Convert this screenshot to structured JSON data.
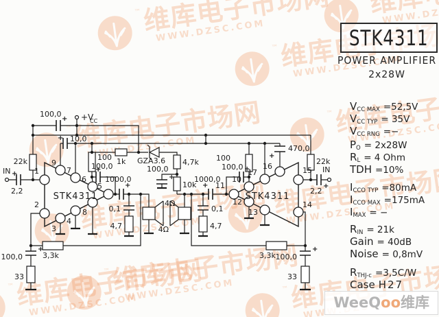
{
  "watermark": {
    "text": "维库电子市场网",
    "tm": "™",
    "url": "WWW.DZSC.COM",
    "color": "#f0965f",
    "tiles": [
      [
        140,
        -2
      ],
      [
        470,
        -28
      ],
      [
        340,
        50
      ],
      [
        40,
        168
      ],
      [
        420,
        146
      ],
      [
        48,
        286
      ],
      [
        330,
        264
      ],
      [
        -45,
        398
      ],
      [
        95,
        376
      ],
      [
        355,
        402
      ]
    ]
  },
  "title": {
    "part_number": "STK4311",
    "line1": "POWER AMPLIFIER",
    "line2": "2x28W"
  },
  "specs": {
    "lines": [
      {
        "m": "V",
        "s": "CC MAX",
        "v": "=52,5V"
      },
      {
        "m": "V",
        "s": "CC TYP",
        "v": "= 35V"
      },
      {
        "m": "V",
        "s": "CC RNG",
        "v": "=−"
      },
      {
        "m": "P",
        "s": "O",
        "v": "= 2x28W"
      },
      {
        "m": "R",
        "s": "L",
        "v": "= 4 Ohm"
      },
      {
        "m": "TDH",
        "s": "",
        "v": "=10%"
      },
      {
        "m": "I",
        "s": "CCO TYP",
        "v": "=80mA"
      },
      {
        "m": "I",
        "s": "CCO MAX",
        "v": "=175mA"
      },
      {
        "m": "I",
        "s": "MAX",
        "v": "=   −"
      },
      {
        "m": "R",
        "s": "IN",
        "v": "= 21k"
      },
      {
        "m": "Gain",
        "s": "",
        "v": "= 40dB"
      },
      {
        "m": "Noise",
        "s": "",
        "v": "= 0,8mV"
      },
      {
        "m": "R",
        "s": "THJ-c",
        "v": "=3,5C/W"
      },
      {
        "m": "Case",
        "s": "",
        "v": "H27"
      }
    ]
  },
  "schematic": {
    "labels": {
      "amp_left": "STK4311",
      "amp_right": "STK4311",
      "in_left": "IN",
      "in_right": "IN",
      "cap_in_left": "2,2",
      "cap_in_right": "2,2",
      "r22k_left": "22k",
      "r22k_right": "22k",
      "cap100_top": "100,0",
      "vcc_main": "+V",
      "vcc_sub": "CC",
      "cap10": "10,0",
      "r100_left": "100",
      "r100_right": "100",
      "r1k": "1k",
      "zener": "GZA3.6",
      "r4k7": "4,7k",
      "r10k": "10k",
      "cap100_p6": "100,0",
      "cap100_p10": "100,0",
      "cap100_mid": "100,0",
      "cap470": "470,0",
      "cap1000_left": "1000,0",
      "cap1000_right": "1000,0",
      "cap01_left": "0,1",
      "cap01_right": "0,1",
      "r47_left": "4,7",
      "r47_right": "4,7",
      "spk_left": "4Ω",
      "spk_right": "4Ω",
      "r33k_left": "3,3k",
      "r33k_right": "3,3k",
      "cap100_fb_left": "100,0",
      "cap100_fb_right": "100,0",
      "r33_left": "33",
      "r33_right": "33",
      "plus": "+"
    },
    "pins": {
      "p1": "1",
      "p2": "2",
      "p3": "3",
      "p4": "4",
      "p5": "5",
      "p6": "6",
      "p7": "7",
      "p8": "8",
      "p9": "9",
      "p10": "10",
      "p11": "11",
      "p12": "12",
      "p13": "13",
      "p14": "14",
      "p15": "15",
      "p16": "16",
      "p17": "17"
    }
  },
  "weeqoo": {
    "p1": "WeeQ",
    "p2": "oo",
    "p3": "维库"
  }
}
